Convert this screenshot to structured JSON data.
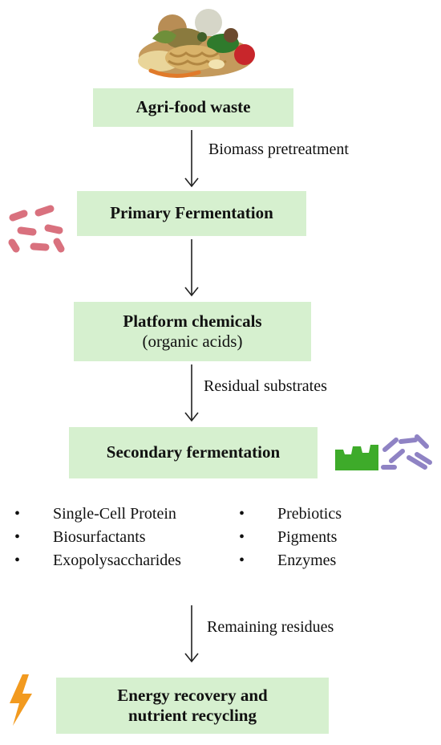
{
  "nodes": {
    "agri_food_waste": {
      "label": "Agri-food waste"
    },
    "primary_fermentation": {
      "label": "Primary Fermentation"
    },
    "platform_chemicals": {
      "label": "Platform chemicals",
      "sublabel": "(organic acids)"
    },
    "secondary_fermentation": {
      "label": "Secondary fermentation"
    },
    "energy_recovery": {
      "line1": "Energy recovery and",
      "line2": "nutrient recycling"
    }
  },
  "edges": {
    "biomass_pretreatment": "Biomass pretreatment",
    "residual_substrates": "Residual substrates",
    "remaining_residues": "Remaining residues"
  },
  "products": {
    "left": [
      "Single-Cell Protein",
      "Biosurfactants",
      "Exopolysaccharides"
    ],
    "right": [
      "Prebiotics",
      "Pigments",
      "Enzymes"
    ]
  },
  "icons": {
    "food_waste": "food-waste-pile-icon",
    "primary_microbes": "pink-bacteria-icon",
    "secondary_fungus": "green-fungus-icon",
    "secondary_bacteria": "purple-bacteria-icon",
    "energy": "lightning-bolt-icon"
  },
  "colors": {
    "box_fill": "#d6f0cf",
    "pink_bacteria": "#d9717e",
    "green_fungus": "#3eab2a",
    "purple_bacteria": "#8f83c4",
    "lightning": "#f29a1f"
  }
}
